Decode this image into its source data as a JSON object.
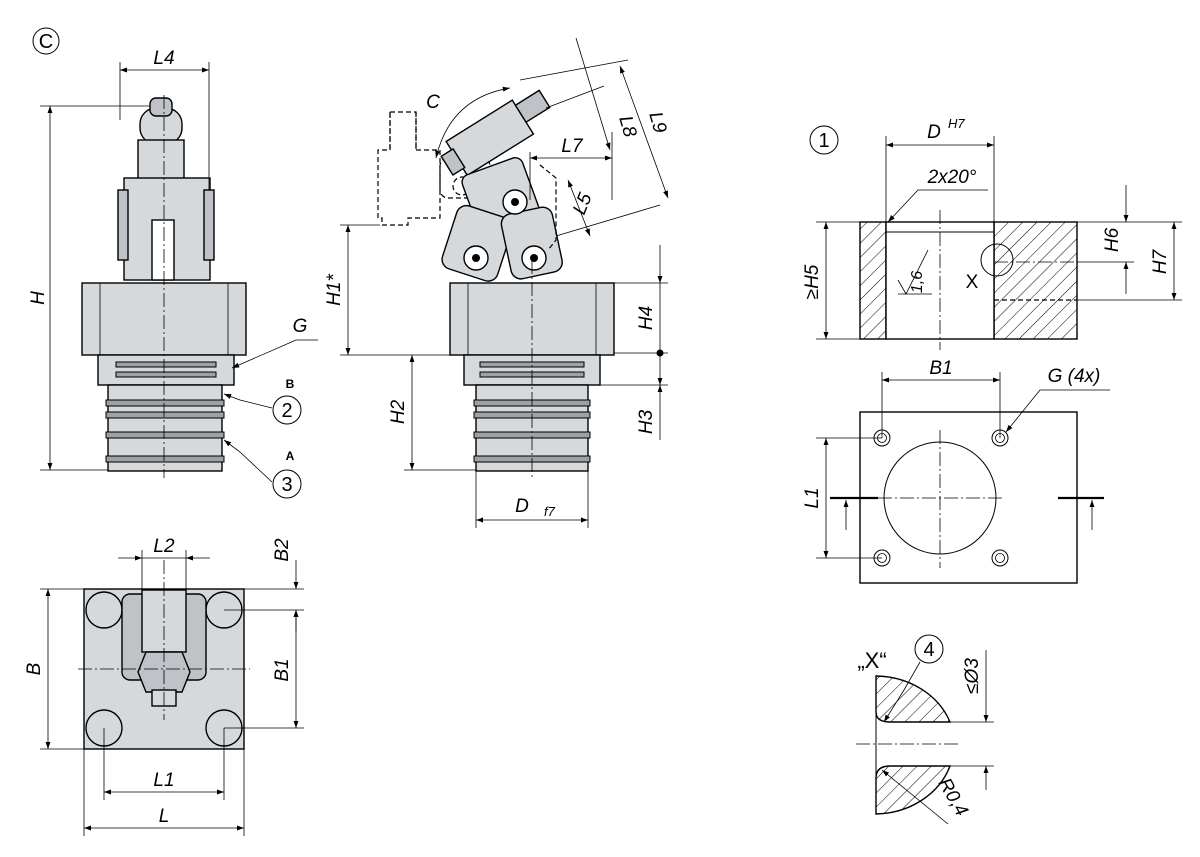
{
  "views": {
    "front": {
      "view_marker": "C",
      "labels": {
        "L4": "L4",
        "H": "H",
        "G": "G",
        "B": "B",
        "A": "A"
      },
      "callouts": [
        "2",
        "3"
      ]
    },
    "side": {
      "labels": {
        "C": "C",
        "L7": "L7",
        "L8": "L8",
        "L9": "L9",
        "L5": "L5",
        "H1": "H1*",
        "H4": "H4",
        "H2": "H2",
        "H3": "H3",
        "D": "D",
        "D_sub": "f7"
      }
    },
    "top": {
      "labels": {
        "L2": "L2",
        "B2": "B2",
        "B": "B",
        "B1": "B1",
        "L1": "L1",
        "L": "L"
      }
    },
    "bore_section": {
      "callout": "1",
      "labels": {
        "D": "D",
        "D_sup": "H7",
        "chamfer": "2x20°",
        "H5": "≥H5",
        "H6": "H6",
        "H7": "H7",
        "roughness": "1,6",
        "X": "X"
      }
    },
    "bore_plan": {
      "labels": {
        "B1": "B1",
        "G": "G (4x)",
        "L1": "L1"
      }
    },
    "detail_x": {
      "title": "„X“",
      "callout": "4",
      "labels": {
        "d3": "≤Ø3",
        "r": "R0,4"
      }
    }
  }
}
